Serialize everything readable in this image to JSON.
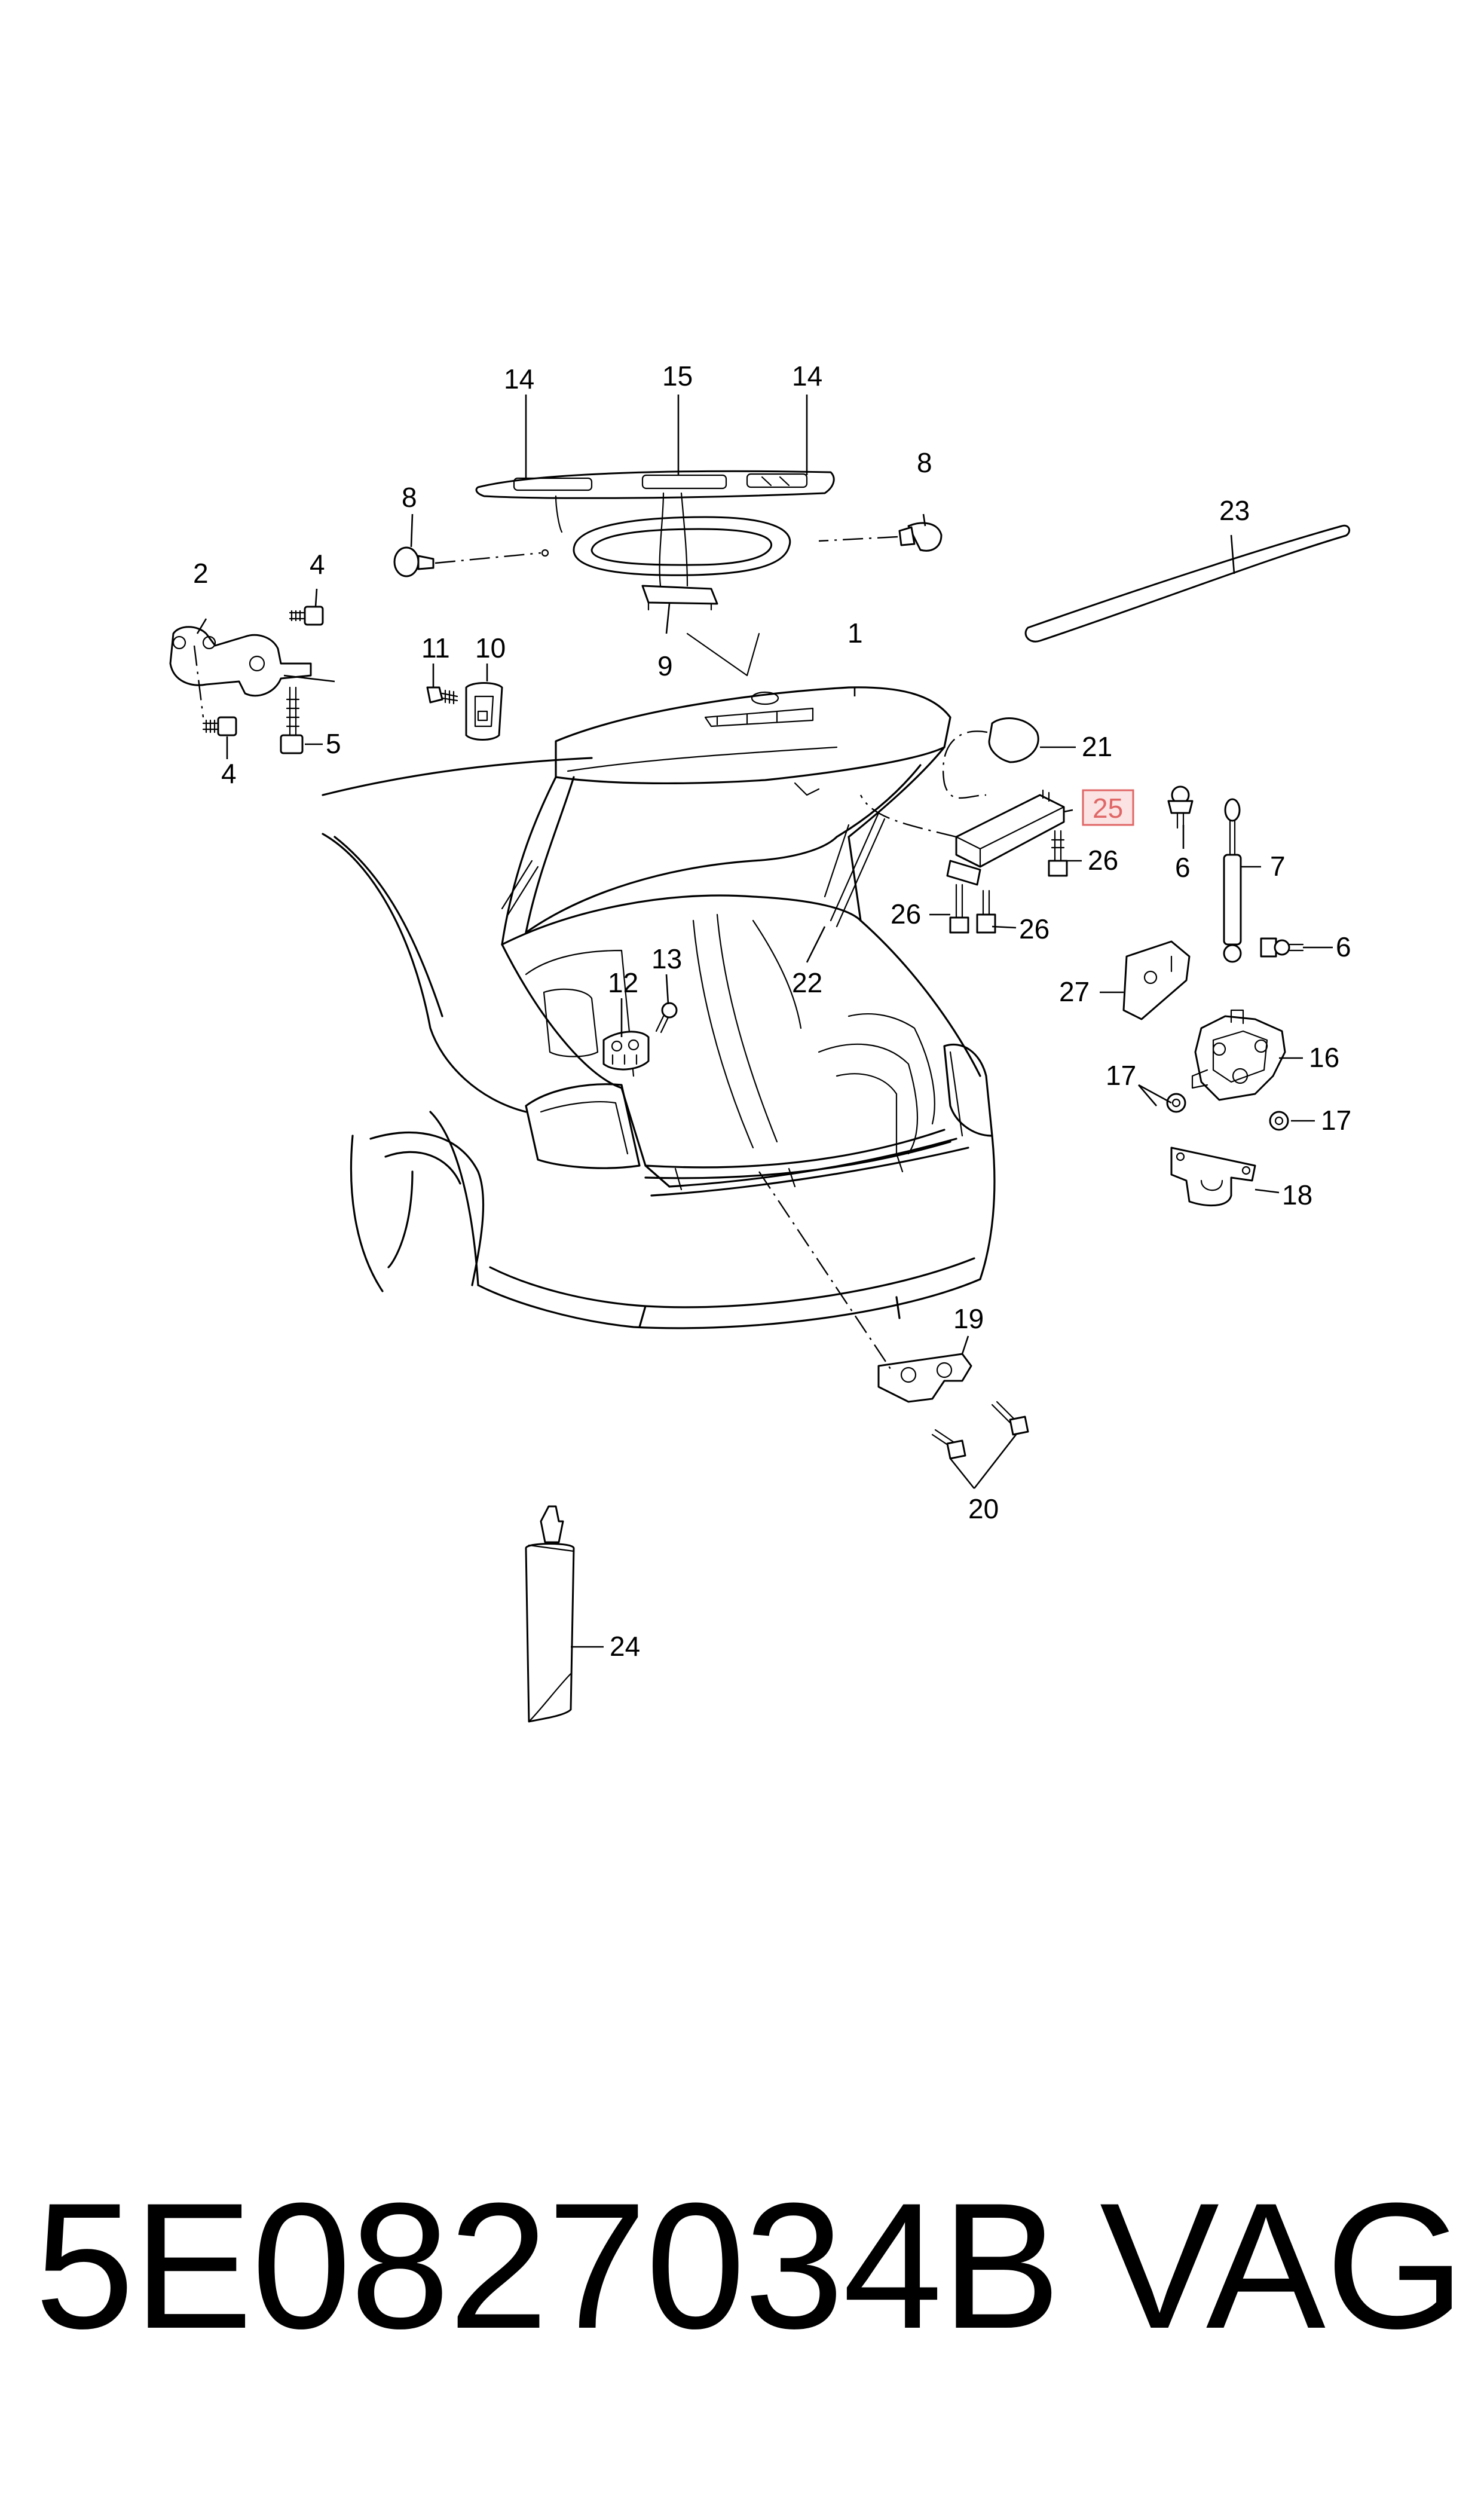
{
  "callouts": {
    "c1": "1",
    "c2": "2",
    "c4a": "4",
    "c4b": "4",
    "c5": "5",
    "c6a": "6",
    "c6b": "6",
    "c7": "7",
    "c8a": "8",
    "c8b": "8",
    "c9": "9",
    "c10": "10",
    "c11": "11",
    "c12": "12",
    "c13": "13",
    "c14a": "14",
    "c14b": "14",
    "c15": "15",
    "c16": "16",
    "c17a": "17",
    "c17b": "17",
    "c18": "18",
    "c19": "19",
    "c20": "20",
    "c21": "21",
    "c22": "22",
    "c23": "23",
    "c24": "24",
    "c25": "25",
    "c26a": "26",
    "c26b": "26",
    "c26c": "26",
    "c27": "27"
  },
  "highlighted_callout": "25",
  "highlight_color": "#e06666",
  "footer": {
    "part_number": "5E0827034B",
    "brand": "VAG"
  }
}
